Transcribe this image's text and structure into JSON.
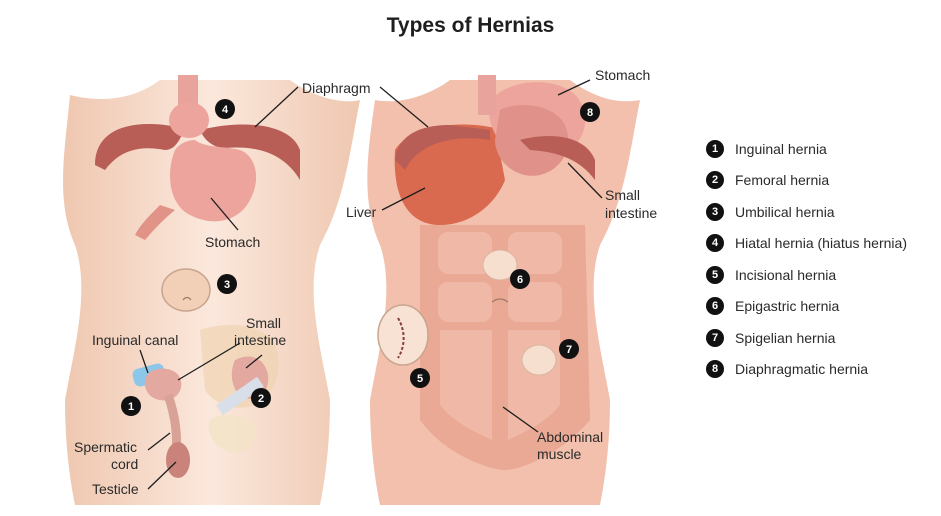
{
  "title": "Types of Hernias",
  "labels": {
    "diaphragm": "Diaphragm",
    "stomach_left": "Stomach",
    "stomach_right": "Stomach",
    "inguinal_canal": "Inguinal canal",
    "small_intestine_left": [
      "Small",
      "intestine"
    ],
    "small_intestine_right": [
      "Small",
      "intestine"
    ],
    "spermatic_cord": [
      "Spermatic",
      "cord"
    ],
    "testicle": "Testicle",
    "liver": "Liver",
    "abdominal_muscle": [
      "Abdominal",
      "muscle"
    ]
  },
  "markers": [
    "1",
    "2",
    "3",
    "4",
    "5",
    "6",
    "7",
    "8"
  ],
  "legend": [
    {
      "num": "1",
      "text": "Inguinal hernia"
    },
    {
      "num": "2",
      "text": "Femoral hernia"
    },
    {
      "num": "3",
      "text": "Umbilical hernia"
    },
    {
      "num": "4",
      "text": "Hiatal hernia (hiatus hernia)"
    },
    {
      "num": "5",
      "text": "Incisional hernia"
    },
    {
      "num": "6",
      "text": "Epigastric hernia"
    },
    {
      "num": "7",
      "text": "Spigelian hernia"
    },
    {
      "num": "8",
      "text": "Diaphragmatic hernia"
    }
  ],
  "colors": {
    "skin": "#f6dccb",
    "muscle": "#eaa995",
    "diaphragm": "#b85e56",
    "organ": "#eda49c",
    "liver": "#d9694f",
    "marker": "#111111"
  }
}
